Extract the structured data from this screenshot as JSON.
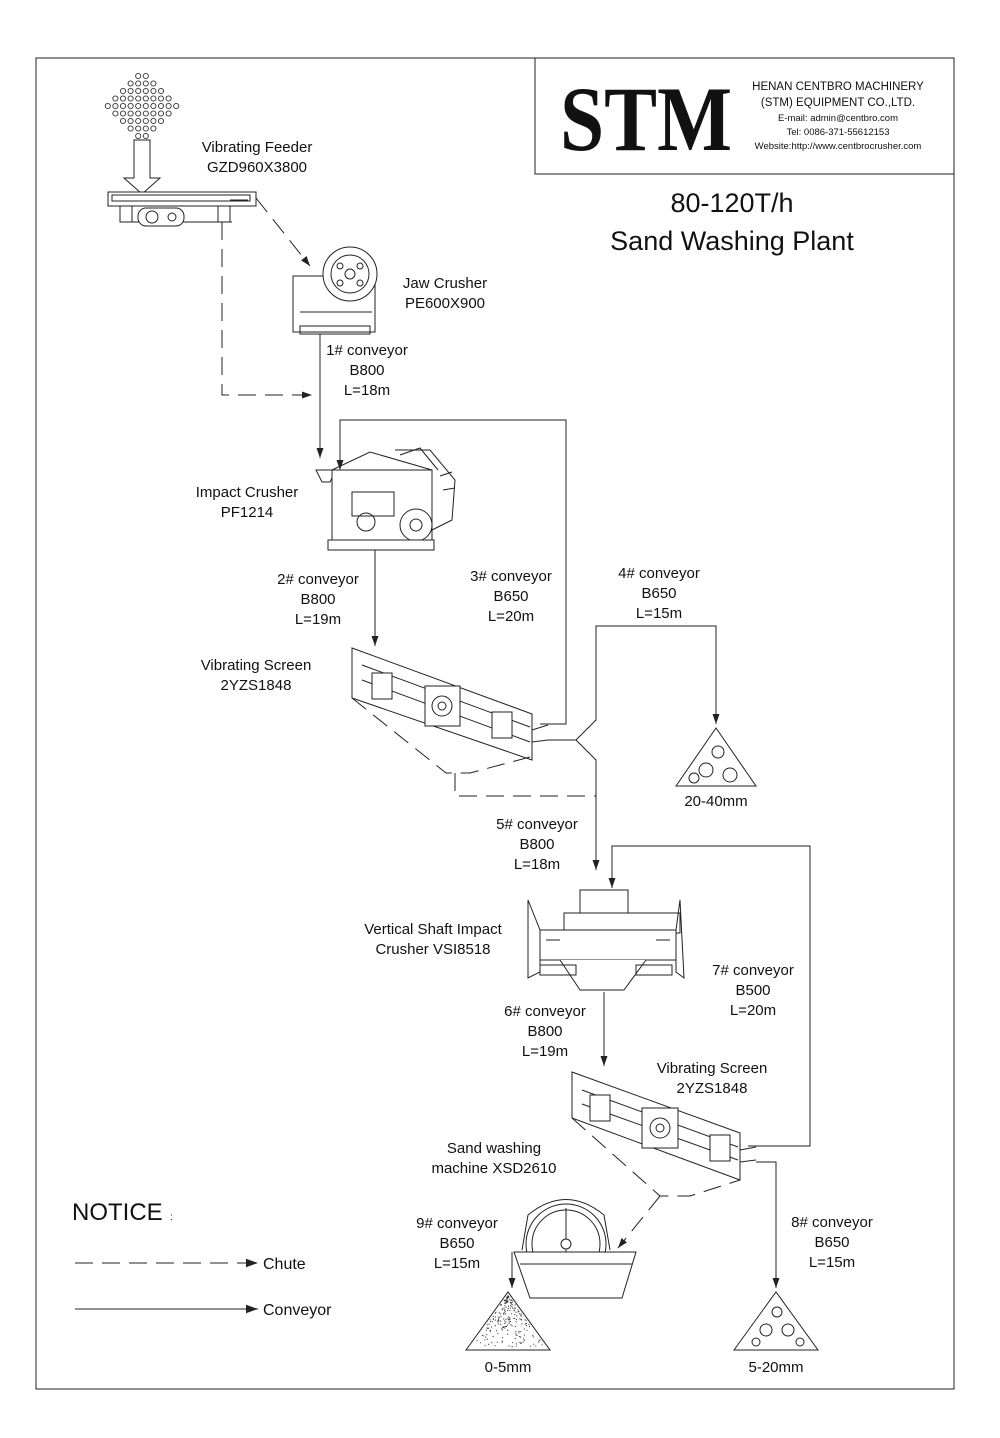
{
  "header": {
    "logo": "STM",
    "company_line1": "HENAN CENTBRO MACHINERY",
    "company_line2": "(STM) EQUIPMENT  CO.,LTD.",
    "email": "E-mail:  admin@centbro.com",
    "tel": "Tel:  0086-371-55612153",
    "website": "Website:http://www.centbrocrusher.com"
  },
  "title": {
    "line1": "80-120T/h",
    "line2": "Sand Washing Plant"
  },
  "equipment": {
    "feeder": {
      "name": "Vibrating Feeder",
      "model": "GZD960X3800"
    },
    "jaw": {
      "name": "Jaw Crusher",
      "model": "PE600X900"
    },
    "impact": {
      "name": "Impact Crusher",
      "model": "PF1214"
    },
    "screen1": {
      "name": "Vibrating Screen",
      "model": "2YZS1848"
    },
    "vsi": {
      "name": "Vertical Shaft Impact",
      "model": "Crusher VSI8518"
    },
    "screen2": {
      "name": "Vibrating Screen",
      "model": "2YZS1848"
    },
    "washer": {
      "name": "Sand washing",
      "model": "machine XSD2610"
    }
  },
  "conveyors": {
    "c1": {
      "name": "1# conveyor",
      "width": "B800",
      "length": "L=18m"
    },
    "c2": {
      "name": "2# conveyor",
      "width": "B800",
      "length": "L=19m"
    },
    "c3": {
      "name": "3# conveyor",
      "width": "B650",
      "length": "L=20m"
    },
    "c4": {
      "name": "4# conveyor",
      "width": "B650",
      "length": "L=15m"
    },
    "c5": {
      "name": "5# conveyor",
      "width": "B800",
      "length": "L=18m"
    },
    "c6": {
      "name": "6# conveyor",
      "width": "B800",
      "length": "L=19m"
    },
    "c7": {
      "name": "7# conveyor",
      "width": "B500",
      "length": "L=20m"
    },
    "c8": {
      "name": "8# conveyor",
      "width": "B650",
      "length": "L=15m"
    },
    "c9": {
      "name": "9# conveyor",
      "width": "B650",
      "length": "L=15m"
    }
  },
  "products": {
    "p1": "20-40mm",
    "p2": "0-5mm",
    "p3": "5-20mm"
  },
  "legend": {
    "title": "NOTICE",
    "colon": ":",
    "chute": "Chute",
    "conveyor": "Conveyor"
  }
}
